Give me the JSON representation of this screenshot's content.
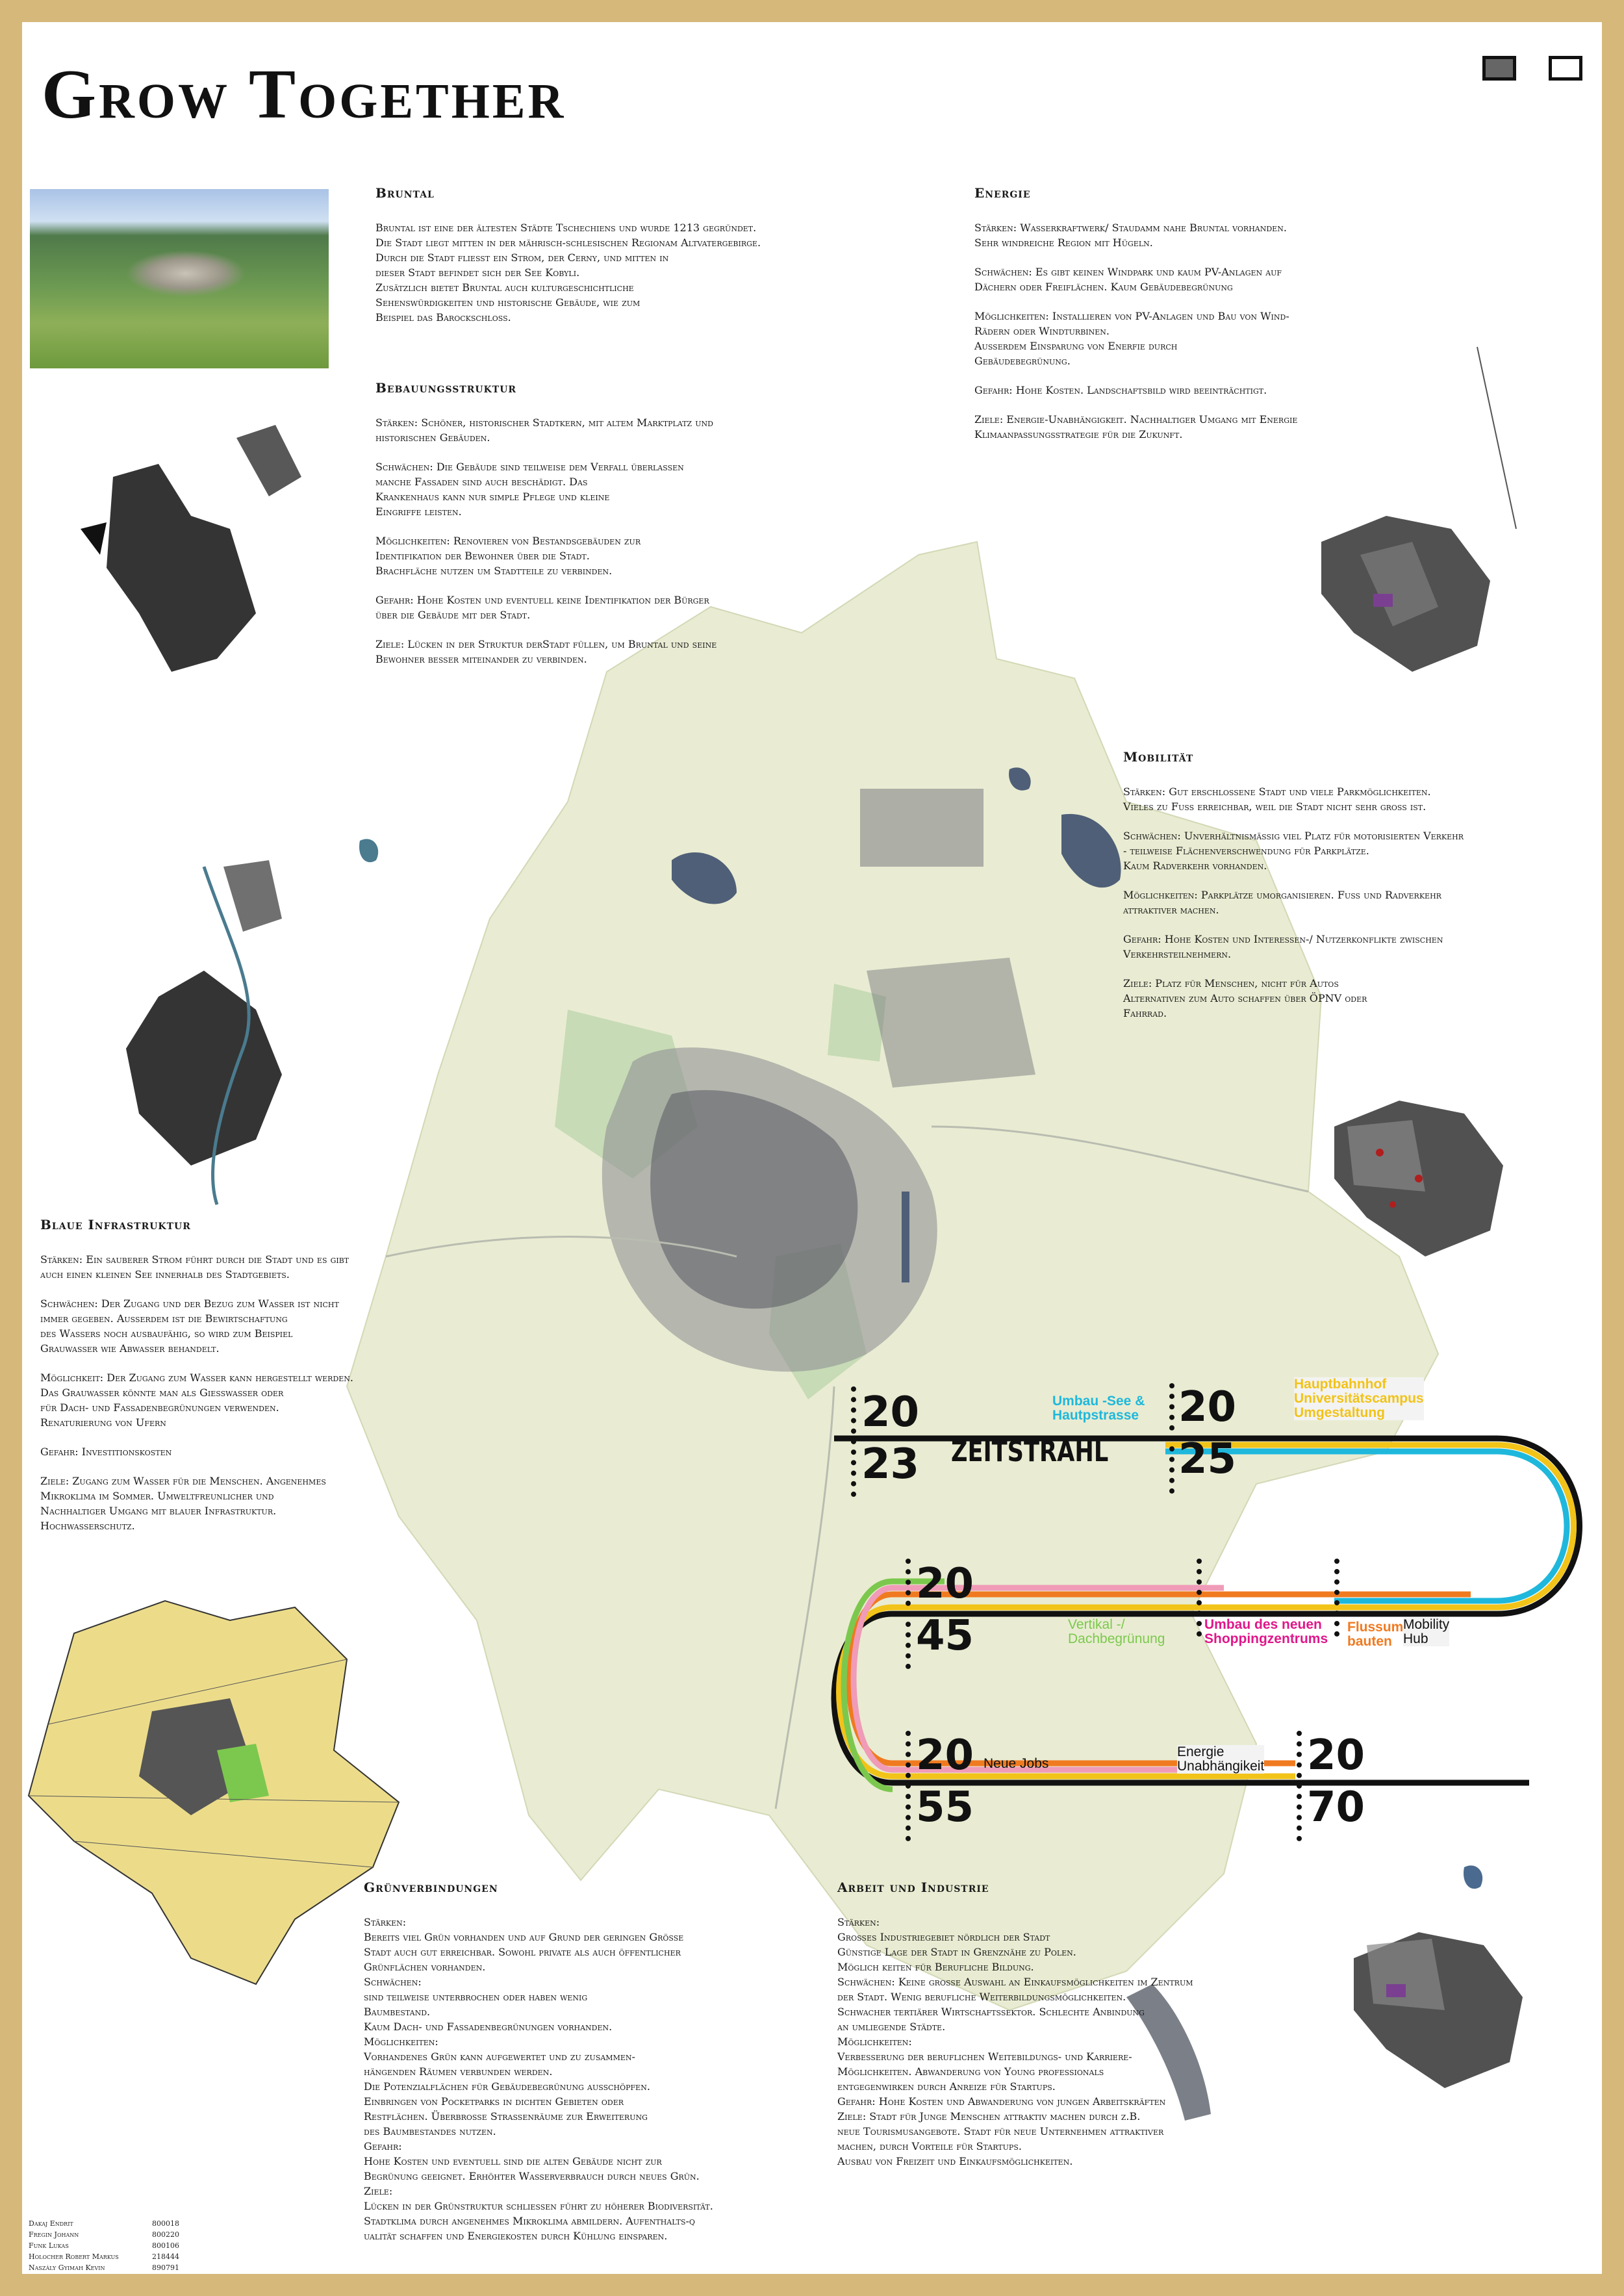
{
  "header": {
    "title": "Grow Together"
  },
  "sections": {
    "bruntal": {
      "title": "Bruntal",
      "text": "Bruntal ist eine der ältesten Städte Tschechiens und wurde 1213 gegründet.\nDie Stadt liegt mitten in der mährisch-schlesischen Regionam Altvatergebirge.\nDurch die Stadt fliesst ein Strom, der Cerny, und mitten in\ndieser Stadt befindet sich der See Kobyli.\nZusätzlich bietet Bruntal auch kulturgeschichtliche\nSehenswürdigkeiten und historische Gebäude, wie zum\nBeispiel das Barockschloss."
    },
    "bebauung": {
      "title": "Bebauungsstruktur",
      "paras": [
        "Stärken: Schöner, historischer Stadtkern, mit altem Marktplatz und\n     historischen Gebäuden.",
        "Schwächen: Die Gebäude sind teilweise dem Verfall überlassen\n      manche Fassaden sind auch beschädigt. Das\n  Krankenhaus kann nur simple Pflege und kleine\n Eingriffe leisten.",
        "Möglichkeiten: Renovieren von Bestandsgebäuden zur\n   Identifikation der Bewohner über die Stadt.\n Brachfläche nutzen um Stadtteile zu verbinden.",
        "Gefahr: Hohe Kosten und eventuell keine Identifikation der Bürger\n       über die Gebäude mit der Stadt.",
        "Ziele: Lücken in der Struktur derStadt füllen, um Bruntal und seine\n    Bewohner besser miteinander zu verbinden."
      ]
    },
    "energie": {
      "title": "Energie",
      "paras": [
        "Stärken: Wasserkraftwerk/ Staudamm nahe Bruntal vorhanden.\n Sehr windreiche Region mit Hügeln.",
        "Schwächen: Es gibt keinen Windpark und kaum PV-Anlagen auf\n Dächern oder Freiflächen. Kaum Gebäudebegrünung",
        "Möglichkeiten: Installieren von PV-Anlagen und Bau von Wind-\nRädern oder Windturbinen.\nAusserdem Einsparung von Enerfie durch\nGebäudebegrünung.",
        "Gefahr: Hohe Kosten. Landschaftsbild wird beeinträchtigt.",
        "Ziele: Energie-Unabhängigkeit. Nachhaltiger Umgang mit Energie\nKlimaanpassungsstrategie für die Zukunft."
      ]
    },
    "mobilitaet": {
      "title": "Mobilität",
      "paras": [
        "Stärken: Gut erschlossene Stadt und viele Parkmöglichkeiten.\n Vieles zu Fuss erreichbar, weil die Stadt nicht sehr gross ist.",
        "Schwächen: Unverhältnismässig viel Platz für motorisierten Verkehr\n - teilweise Flächenverschwendung für Parkplätze.\n Kaum Radverkehr vorhanden.",
        "Möglichkeiten: Parkplätze umorganisieren. Fuss und Radverkehr\n attraktiver machen.",
        "Gefahr: Hohe Kosten und Interessen-/ Nutzerkonflikte zwischen\n Verkehrsteilnehmern.",
        "Ziele: Platz für Menschen, nicht für Autos\nAlternativen zum Auto schaffen über ÖPNV oder\nFahrrad."
      ]
    },
    "blaue": {
      "title": "Blaue Infrastruktur",
      "paras": [
        "Stärken: Ein sauberer Strom führt durch die Stadt und es gibt\nauch einen kleinen See innerhalb des Stadtgebiets.",
        "Schwächen: Der Zugang und der Bezug zum Wasser ist nicht\n immer gegeben. Ausserdem ist die Bewirtschaftung\n des Wassers noch ausbaufähig, so wird zum Beispiel\n Grauwasser wie Abwasser behandelt.",
        "Möglichkeit: Der Zugang zum Wasser kann hergestellt werden.\n  Das Grauwasser könnte man als Giesswasser oder\n  für Dach- und Fassadenbegrünungen verwenden.\nRenaturierung von Ufern",
        "Gefahr: Investitionskosten",
        "Ziele: Zugang zum Wasser für die Menschen. Angenehmes\nMikroklima im Sommer. Umweltfreunlicher und\nNachhaltiger Umgang mit blauer Infrastruktur.\nHochwasserschutz."
      ]
    },
    "gruen": {
      "title": "Grünverbindungen",
      "text": "Stärken:\nBereits viel Grün vorhanden und auf Grund der geringen Grösse\nStadt auch gut erreichbar. Sowohl private als auch öffentlicher\nGrünflächen vorhanden.\nSchwächen:\nsind teilweise unterbrochen oder haben wenig\nBaumbestand.\nKaum Dach- und Fassadenbegrünungen vorhanden.\nMöglichkeiten:\nVorhandenes Grün kann aufgewertet und zu zusammen-\nhängenden Räumen verbunden werden.\nDie Potenzialflächen für Gebäudebegrünung ausschöpfen.\nEinbringen von Pocketparks in dichten Gebieten oder\nRestflächen. Überbrosse Strassenräume zur Erweiterung\ndes Baumbestandes nutzen.\nGefahr:\nHohe Kosten und eventuell sind die alten Gebäude nicht zur\nBegrünung geeignet. Erhöhter Wasserverbrauch durch neues Grün.\nZiele:\nLücken in der Grünstruktur schliessen führt zu höherer Biodiversität.\nStadtklima durch angenehmes Mikroklima abmildern. Aufenthalts-q\nualität schaffen und Energiekosten durch Kühlung einsparen."
    },
    "arbeit": {
      "title": "Arbeit und Industrie",
      "text": "Stärken:\nGrosses Industriegebiet nördlich der Stadt\nGünstige Lage der Stadt in Grenznähe zu Polen.\nMöglich   keiten für Berufliche Bildung.\nSchwächen: Keine grosse Auswahl an Einkaufsmöglichkeiten im Zentrum\nder Stadt. Wenig berufliche Weiterbildungsmöglichkeiten.\nSchwacher tertiärer Wirtschaftssektor. Schlechte Anbindung\nan umliegende Städte.\nMöglichkeiten:\nVerbesserung der beruflichen Weitebildungs- und Karriere-\nMöglichkeiten. Abwanderung von Young professionals\nentgegenwirken durch Anreize für Startups.\nGefahr: Hohe Kosten und Abwanderung von jungen Arbeitskräften\nZiele: Stadt für Junge Menschen attraktiv machen durch z.B.\nneue Tourismusangebote. Stadt für neue Unternehmen attraktiver\nmachen, durch Vorteile für Startups.\nAusbau von Freizeit und Einkaufsmöglichkeiten."
    }
  },
  "timeline": {
    "label": "ZEITSTRAHL",
    "years": [
      {
        "top": "20",
        "bottom": "23"
      },
      {
        "top": "20",
        "bottom": "25"
      },
      {
        "top": "20",
        "bottom": "45"
      },
      {
        "top": "20",
        "bottom": "55"
      },
      {
        "top": "20",
        "bottom": "70"
      }
    ],
    "events": [
      {
        "text": "Umbau -See &\nHautpstrasse",
        "color": "#1fb8dc"
      },
      {
        "text": "Hauptbahnhof\nUniversitätscampus\nUmgestaltung",
        "color": "#f2c318"
      },
      {
        "text": "Vertikal -/\nDachbegrünung",
        "color": "#7cc84e"
      },
      {
        "text": "Umbau des neuen\nShoppingzentrums",
        "color": "#e0178a"
      },
      {
        "text": "Flussum\nbauten",
        "color": "#f07a20"
      },
      {
        "text": "Mobility\nHub",
        "color": "#111111"
      },
      {
        "text": "Neue Jobs",
        "color": "#111111"
      },
      {
        "text": "Energie\nUnabhängikeit",
        "color": "#111111"
      }
    ],
    "line_colors": {
      "blue": "#1fb8dc",
      "yellow": "#f2c318",
      "green": "#7cc84e",
      "pink": "#f09bb8",
      "orange": "#f07a20",
      "black": "#111111"
    }
  },
  "credits": [
    {
      "name": "Dakaj Endrit",
      "id": "800018"
    },
    {
      "name": "Fregin Johann",
      "id": "800220"
    },
    {
      "name": "Funk Lukas",
      "id": "800106"
    },
    {
      "name": "Holocher Robert Markus",
      "id": "218444"
    },
    {
      "name": "Naszály Gyimah Kevin",
      "id": "890791"
    }
  ],
  "colors": {
    "frame": "#d6b97a",
    "map_land": "#e9ecd2",
    "map_green": "#c7dbb6",
    "map_buildings": "#6b6b72",
    "water": "#4f5f78",
    "plan_yellow": "#ecdc8a"
  }
}
